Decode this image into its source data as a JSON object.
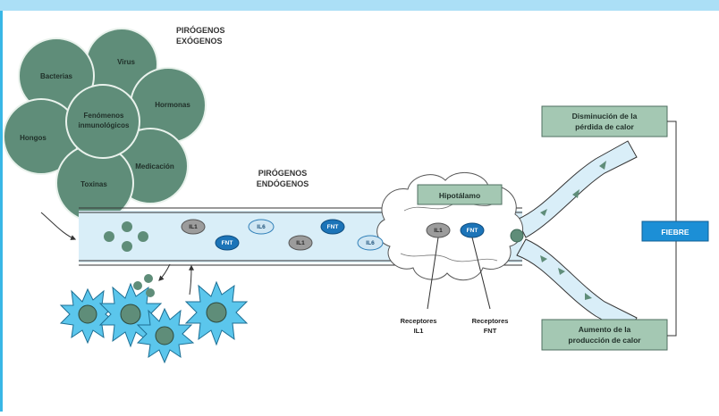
{
  "labels": {
    "exogenous_title": [
      "PIRÓGENOS",
      "EXÓGENOS"
    ],
    "endogenous_title": [
      "PIRÓGENOS",
      "ENDÓGENOS"
    ],
    "bacterias": "Bacterias",
    "virus": "Virus",
    "hormonas": "Hormonas",
    "fenomenos": [
      "Fenómenos",
      "inmunológicos"
    ],
    "hongos": "Hongos",
    "medicacion": "Medicación",
    "toxinas": "Toxinas",
    "hipotalamo": "Hipotálamo",
    "heat_loss": [
      "Disminución de la",
      "pérdida de calor"
    ],
    "heat_production": [
      "Aumento de la",
      "producción de calor"
    ],
    "fiebre": "FIEBRE",
    "receptor_il1": [
      "Receptores",
      "IL1"
    ],
    "receptor_fnt": [
      "Receptores",
      "FNT"
    ]
  },
  "cytokines": {
    "il1": "IL1",
    "il6": "IL6",
    "fnt": "FNT"
  },
  "colors": {
    "header_band": "#abdff6",
    "circle_fill": "#5f8d79",
    "box_fill": "#a4c8b3",
    "vessel_fill": "#d9eef8",
    "macrophage": "#5bc6ec",
    "fnt_pill": "#1c74b8",
    "il1_pill": "#9c9c9c",
    "il6_pill": "#cfe6f3",
    "fiebre_box": "#1c8fd6"
  }
}
